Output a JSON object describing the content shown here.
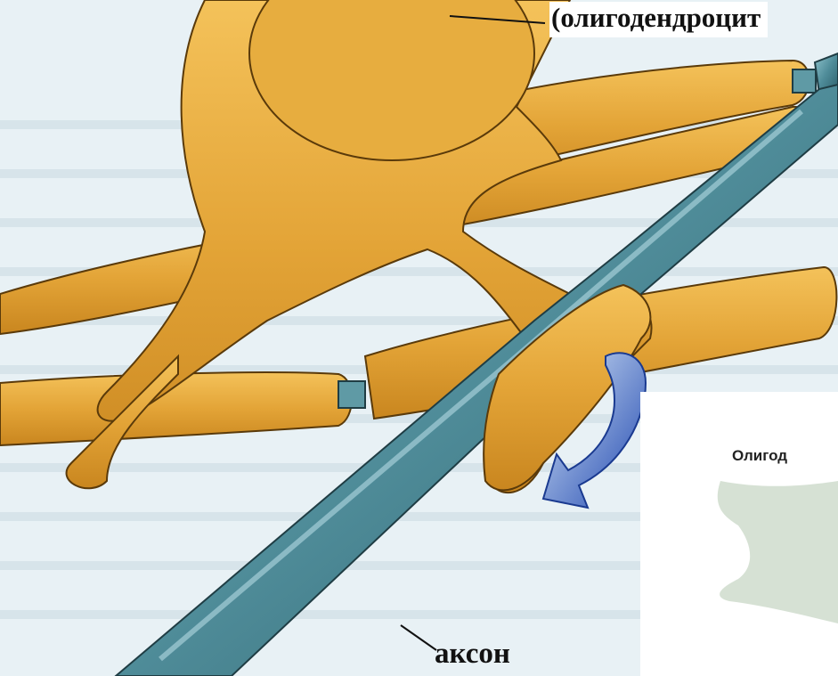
{
  "labels": {
    "oligodendrocyte": "(олигодендроцит",
    "axon": "аксон"
  },
  "inset": {
    "label": "Олигод"
  },
  "colors": {
    "background": "#e8f1f5",
    "cell": "#e9a93a",
    "axon": "#4f8c99",
    "arrow": "#2a55b8"
  }
}
